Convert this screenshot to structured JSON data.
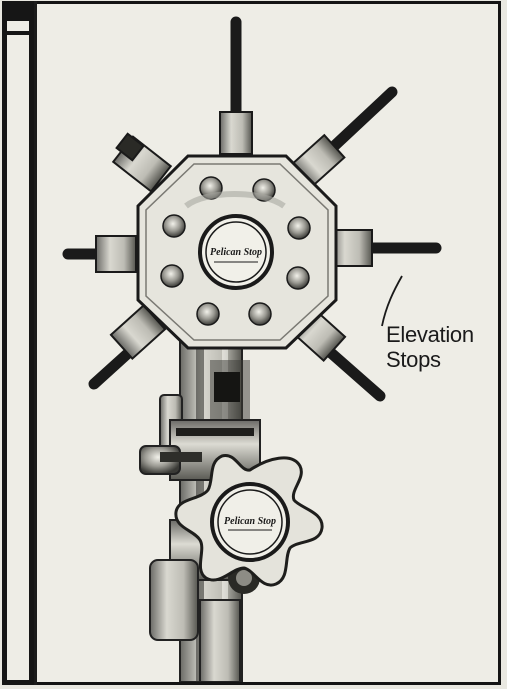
{
  "annotation": {
    "line1": "Elevation",
    "line2": "Stops"
  },
  "logo_text": {
    "top": "Pelican Stop",
    "bottom": "Pelican Stop"
  },
  "icons": {
    "drawing": "stop-rail-drawing"
  },
  "colors": {
    "ink": "#1a1a1a",
    "paper": "#eeede6",
    "border": "#141414"
  }
}
